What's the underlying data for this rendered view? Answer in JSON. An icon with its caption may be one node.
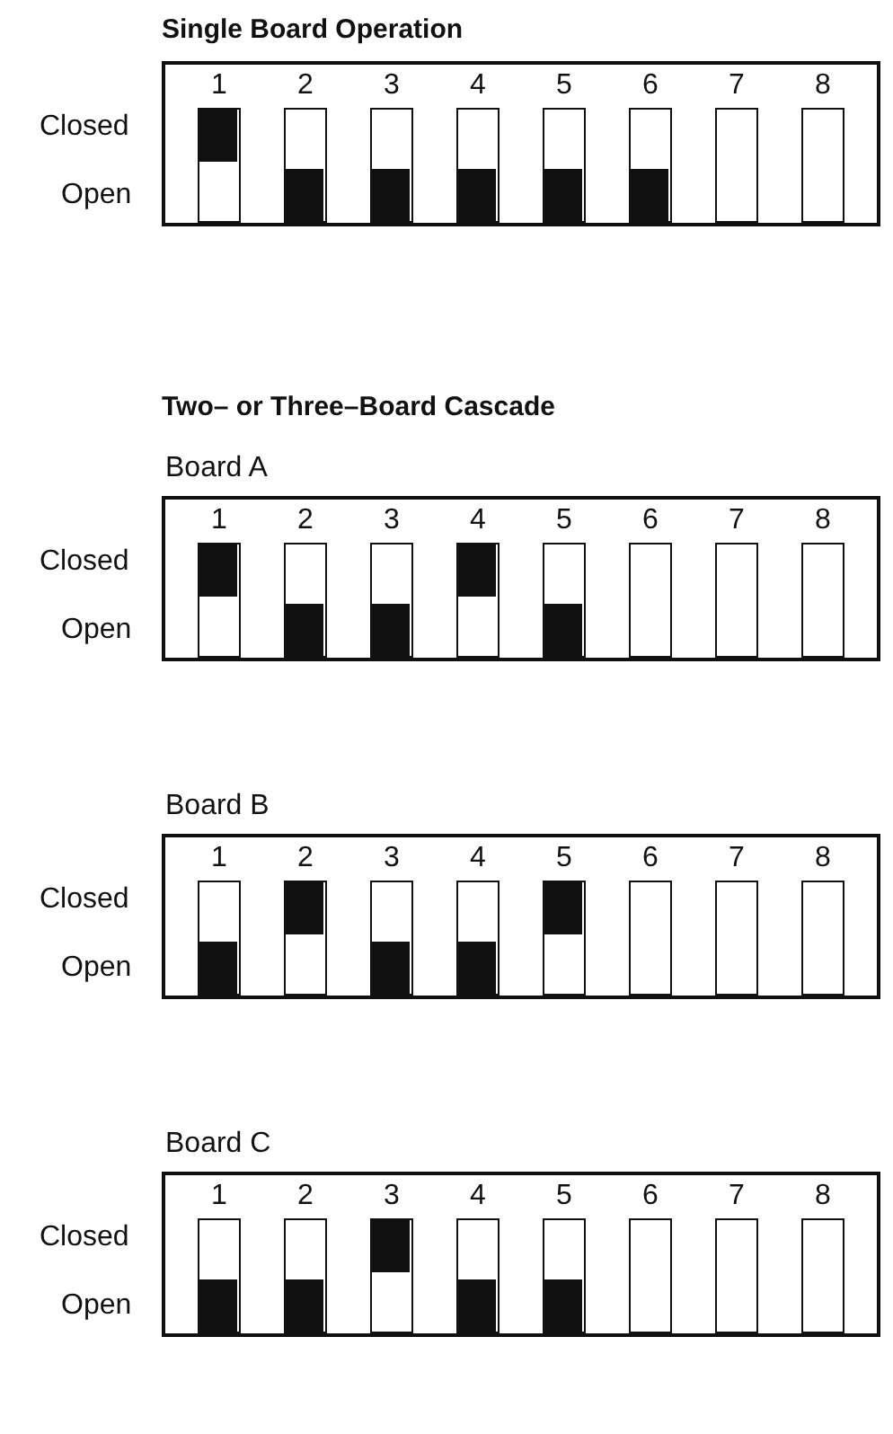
{
  "diagram": {
    "nodes": [
      {
        "text": [
          "Single Board Operation"
        ]
      },
      {
        "text": [
          "1"
        ],
        "in": 0
      },
      {
        "text": [],
        "shape": "bar",
        "in": 1
      },
      {
        "text": [
          "2"
        ],
        "in": 0
      },
      {
        "text": [],
        "shape": "bar",
        "in": 3
      },
      {
        "text": [
          "3"
        ],
        "in": 0
      },
      {
        "text": [],
        "shape": "bar",
        "in": 5
      },
      {
        "text": [
          "4"
        ],
        "in": 0
      },
      {
        "text": [],
        "shape": "bar",
        "in": 7
      },
      {
        "text": [
          "5"
        ],
        "in": 0
      },
      {
        "text": [],
        "shape": "bar",
        "in": 9
      },
      {
        "text": [
          "6"
        ],
        "in": 0
      },
      {
        "text": [],
        "shape": "bar",
        "in": 11
      },
      {
        "text": [
          "7"
        ],
        "in": 0
      },
      {
        "text": [
          "8"
        ],
        "in": 0
      },
      {
        "text": [
          "Board A"
        ]
      },
      {
        "text": [
          "1"
        ],
        "in": 15
      },
      {
        "text": [],
        "shape": "bar",
        "in": 16
      },
      {
        "text": [
          "2"
        ],
        "in": 15
      },
      {
        "text": [],
        "shape": "bar",
        "in": 18
      },
      {
        "text": [
          "3"
        ],
        "in": 15
      },
      {
        "text": [],
        "shape": "bar",
        "in": 20
      },
      {
        "text": [
          "4"
        ],
        "in": 15
      },
      {
        "text": [],
        "shape": "bar",
        "in": 22
      },
      {
        "text": [
          "5"
        ],
        "in": 15
      },
      {
        "text": [],
        "shape": "bar",
        "in": 24
      },
      {
        "text": [
          "6"
        ],
        "in": 15
      },
      {
        "text": [
          "7"
        ],
        "in": 15
      },
      {
        "text": [
          "8"
        ],
        "in": 15
      },
      {
        "text": [
          "Board B"
        ]
      },
      {
        "text": [
          "1"
        ],
        "in": 29
      },
      {
        "text": [],
        "shape": "bar",
        "in": 30
      },
      {
        "text": [
          "2"
        ],
        "in": 29
      },
      {
        "text": [],
        "shape": "bar",
        "in": 32
      },
      {
        "text": [
          "3"
        ],
        "in": 29
      },
      {
        "text": [],
        "shape": "bar",
        "in": 34
      },
      {
        "text": [
          "4"
        ],
        "in": 29
      },
      {
        "text": [],
        "shape": "bar",
        "in": 36
      },
      {
        "text": [
          "5"
        ],
        "in": 29
      },
      {
        "text": [],
        "shape": "bar",
        "in": 38
      },
      {
        "text": [
          "6"
        ],
        "in": 29
      },
      {
        "text": [
          "7"
        ],
        "in": 29
      },
      {
        "text": [
          "8"
        ],
        "in": 29
      },
      {
        "text": [
          "Board C"
        ]
      },
      {
        "text": [
          "1"
        ],
        "in": 43
      },
      {
        "text": [],
        "shape": "bar",
        "in": 44
      },
      {
        "text": [
          "2"
        ],
        "in": 43
      },
      {
        "text": [],
        "shape": "bar",
        "in": 46
      },
      {
        "text": [
          "3"
        ],
        "in": 43
      },
      {
        "text": [],
        "shape": "bar",
        "in": 48
      },
      {
        "text": [
          "4"
        ],
        "in": 43
      },
      {
        "text": [],
        "shape": "bar",
        "in": 50
      },
      {
        "text": [
          "5"
        ],
        "in": 43
      },
      {
        "text": [],
        "shape": "bar",
        "in": 52
      },
      {
        "text": [
          "6"
        ],
        "in": 43
      },
      {
        "text": [
          "7"
        ],
        "in": 43
      },
      {
        "text": [
          "8"
        ],
        "in": 43
      }
    ],
    "labels": [
      "Closed",
      "Open",
      "Two– or Three–Board Cascade",
      "Closed",
      "Open",
      "Closed",
      "Open",
      "Closed",
      "Open"
    ]
  }
}
